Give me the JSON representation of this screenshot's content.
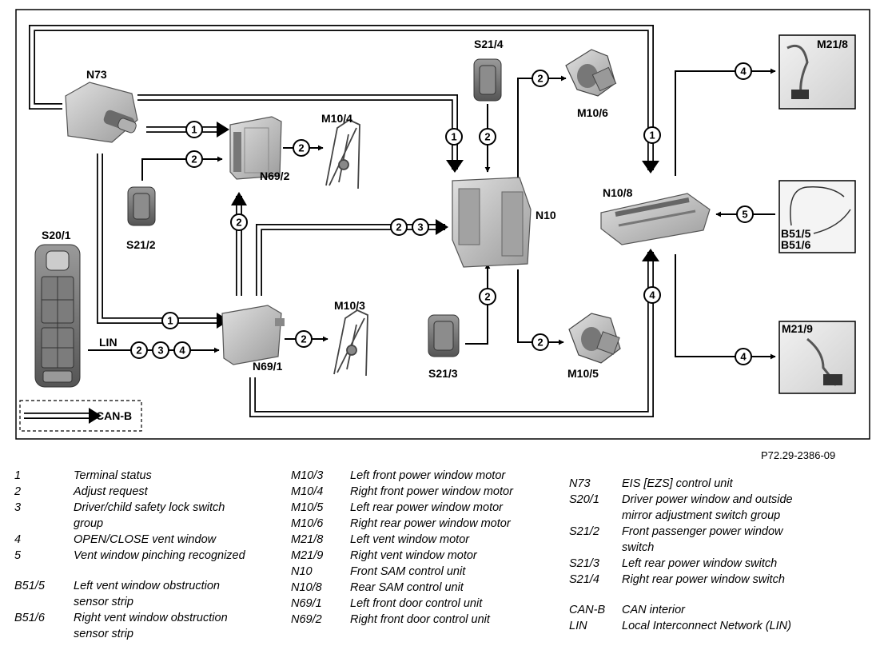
{
  "diagram": {
    "components": {
      "N73": "N73",
      "S20_1": "S20/1",
      "S21_2": "S21/2",
      "N69_2": "N69/2",
      "N69_1": "N69/1",
      "M10_4": "M10/4",
      "M10_3": "M10/3",
      "S21_4": "S21/4",
      "M10_6": "M10/6",
      "N10": "N10",
      "S21_3": "S21/3",
      "M10_5": "M10/5",
      "N10_8": "N10/8",
      "M21_8": "M21/8",
      "B51_5": "B51/5",
      "B51_6": "B51/6",
      "M21_9": "M21/9"
    },
    "lin_label": "LIN",
    "can_legend_label": "CAN-B",
    "reference": "P72.29-2386-09"
  },
  "legend": {
    "col1": [
      {
        "key": "1",
        "text": "Terminal status"
      },
      {
        "key": "2",
        "text": "Adjust request"
      },
      {
        "key": "3",
        "text": "Driver/child safety lock switch group"
      },
      {
        "key": "4",
        "text": "OPEN/CLOSE vent window"
      },
      {
        "key": "5",
        "text": "Vent window pinching recognized"
      },
      {
        "key": "B51/5",
        "text": "Left vent window obstruction sensor strip"
      },
      {
        "key": "B51/6",
        "text": "Right vent window obstruction sensor strip"
      }
    ],
    "col2": [
      {
        "key": "M10/3",
        "text": "Left front power window motor"
      },
      {
        "key": "M10/4",
        "text": "Right front power window motor"
      },
      {
        "key": "M10/5",
        "text": "Left rear power window motor"
      },
      {
        "key": "M10/6",
        "text": "Right rear power window motor"
      },
      {
        "key": "M21/8",
        "text": "Left vent window motor"
      },
      {
        "key": "M21/9",
        "text": "Right vent window motor"
      },
      {
        "key": "N10",
        "text": "Front SAM control unit"
      },
      {
        "key": "N10/8",
        "text": "Rear SAM control unit"
      },
      {
        "key": "N69/1",
        "text": "Left front door control unit"
      },
      {
        "key": "N69/2",
        "text": "Right front door control unit"
      }
    ],
    "col3": [
      {
        "key": "N73",
        "text": "EIS [EZS] control unit"
      },
      {
        "key": "S20/1",
        "text": "Driver power window and outside mirror adjustment switch group"
      },
      {
        "key": "S21/2",
        "text": "Front passenger power window switch"
      },
      {
        "key": "S21/3",
        "text": "Left rear power window switch"
      },
      {
        "key": "S21/4",
        "text": "Right rear power window switch"
      },
      {
        "key": "CAN-B",
        "text": "CAN interior"
      },
      {
        "key": "LIN",
        "text": "Local Interconnect Network (LIN)"
      }
    ]
  }
}
